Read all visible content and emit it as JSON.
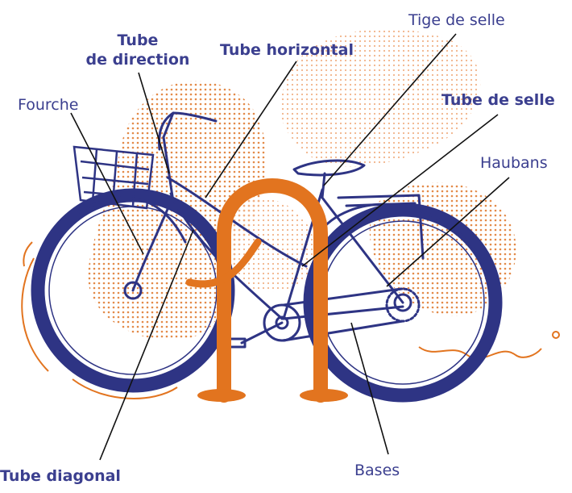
{
  "labels": {
    "tube_direction": {
      "line1": "Tube",
      "line2": "de direction"
    },
    "tube_horizontal": "Tube horizontal",
    "tige_de_selle": "Tige de selle",
    "fourche": "Fourche",
    "tube_de_selle": "Tube de selle",
    "haubans": "Haubans",
    "tube_diagonal": "Tube diagonal",
    "bases": "Bases"
  },
  "colors": {
    "emphasis_label": "#3b3f8f",
    "regular_label": "#3b3f8f",
    "bike_outline": "#2e3484",
    "tire_blue": "#2e3484",
    "rack_orange": "#e2741f",
    "dots_orange": "#e38a48",
    "leader_line": "#111111"
  }
}
